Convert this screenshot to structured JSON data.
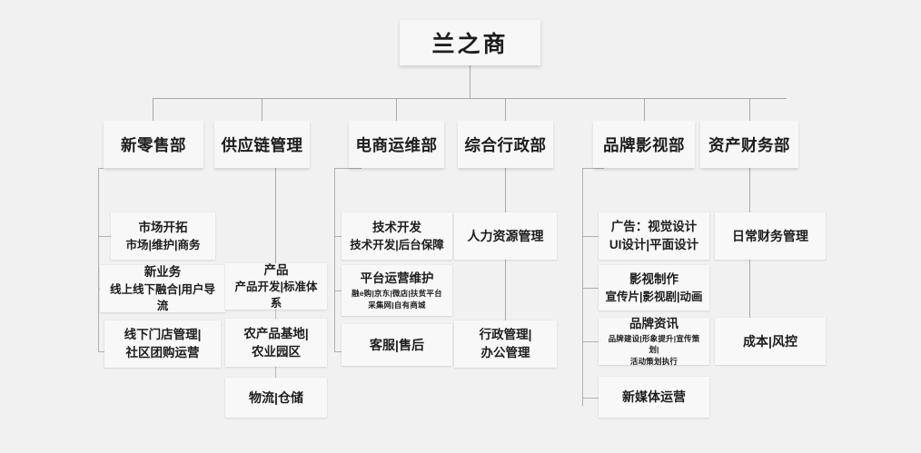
{
  "diagram": {
    "title": "兰之商",
    "type": "organization-chart",
    "colors": {
      "background": "#f1f1f1",
      "node_fill": "#f8f8f8",
      "root_fill": "#f7f7f7",
      "connector": "#a9a9a9",
      "text": "#1d1d1d"
    },
    "departments": [
      {
        "name": "新零售部",
        "children": [
          {
            "lines": [
              "市场开拓",
              "市场|维护|商务"
            ],
            "styles": [
              "l1",
              "l2"
            ]
          },
          {
            "lines": [
              "新业务",
              "线上线下融合|用户导流"
            ],
            "styles": [
              "l1",
              "l2"
            ]
          },
          {
            "lines": [
              "线下门店管理|",
              "社区团购运营"
            ],
            "styles": [
              "l1",
              "l1"
            ]
          }
        ]
      },
      {
        "name": "供应链管理",
        "children": [
          {
            "lines": [
              "产品",
              "产品开发|标准体系"
            ],
            "styles": [
              "l1",
              "l2"
            ]
          },
          {
            "lines": [
              "农产品基地|",
              "农业园区"
            ],
            "styles": [
              "l1",
              "l1"
            ]
          },
          {
            "lines": [
              "物流|仓储"
            ],
            "styles": [
              "l1"
            ]
          }
        ]
      },
      {
        "name": "电商运维部",
        "children": [
          {
            "lines": [
              "技术开发",
              "技术开发|后台保障"
            ],
            "styles": [
              "l1",
              "l2"
            ]
          },
          {
            "lines": [
              "平台运营维护",
              "融e购|京东|微店|扶贫平台",
              "采集网|自有商城"
            ],
            "styles": [
              "l1",
              "tiny",
              "tiny"
            ]
          },
          {
            "lines": [
              "客服|售后"
            ],
            "styles": [
              "l1"
            ]
          }
        ]
      },
      {
        "name": "综合行政部",
        "children": [
          {
            "lines": [
              "人力资源管理"
            ],
            "styles": [
              "l1"
            ]
          },
          {
            "lines": [
              "行政管理|",
              "办公管理"
            ],
            "styles": [
              "l1",
              "l1"
            ]
          }
        ]
      },
      {
        "name": "品牌影视部",
        "children": [
          {
            "lines": [
              "广告：视觉设计",
              "UI设计|平面设计"
            ],
            "styles": [
              "l1",
              "l1"
            ]
          },
          {
            "lines": [
              "影视制作",
              "宣传片|影视剧|动画"
            ],
            "styles": [
              "l1",
              "l2"
            ]
          },
          {
            "lines": [
              "品牌资讯",
              "品牌建设|形象提升|宣传策划|",
              "活动策划执行"
            ],
            "styles": [
              "l1",
              "tiny",
              "tiny"
            ]
          },
          {
            "lines": [
              "新媒体运营"
            ],
            "styles": [
              "l1"
            ]
          }
        ]
      },
      {
        "name": "资产财务部",
        "children": [
          {
            "lines": [
              "日常财务管理"
            ],
            "styles": [
              "l1"
            ]
          },
          {
            "lines": [
              "成本|风控"
            ],
            "styles": [
              "l1"
            ]
          }
        ]
      }
    ]
  }
}
